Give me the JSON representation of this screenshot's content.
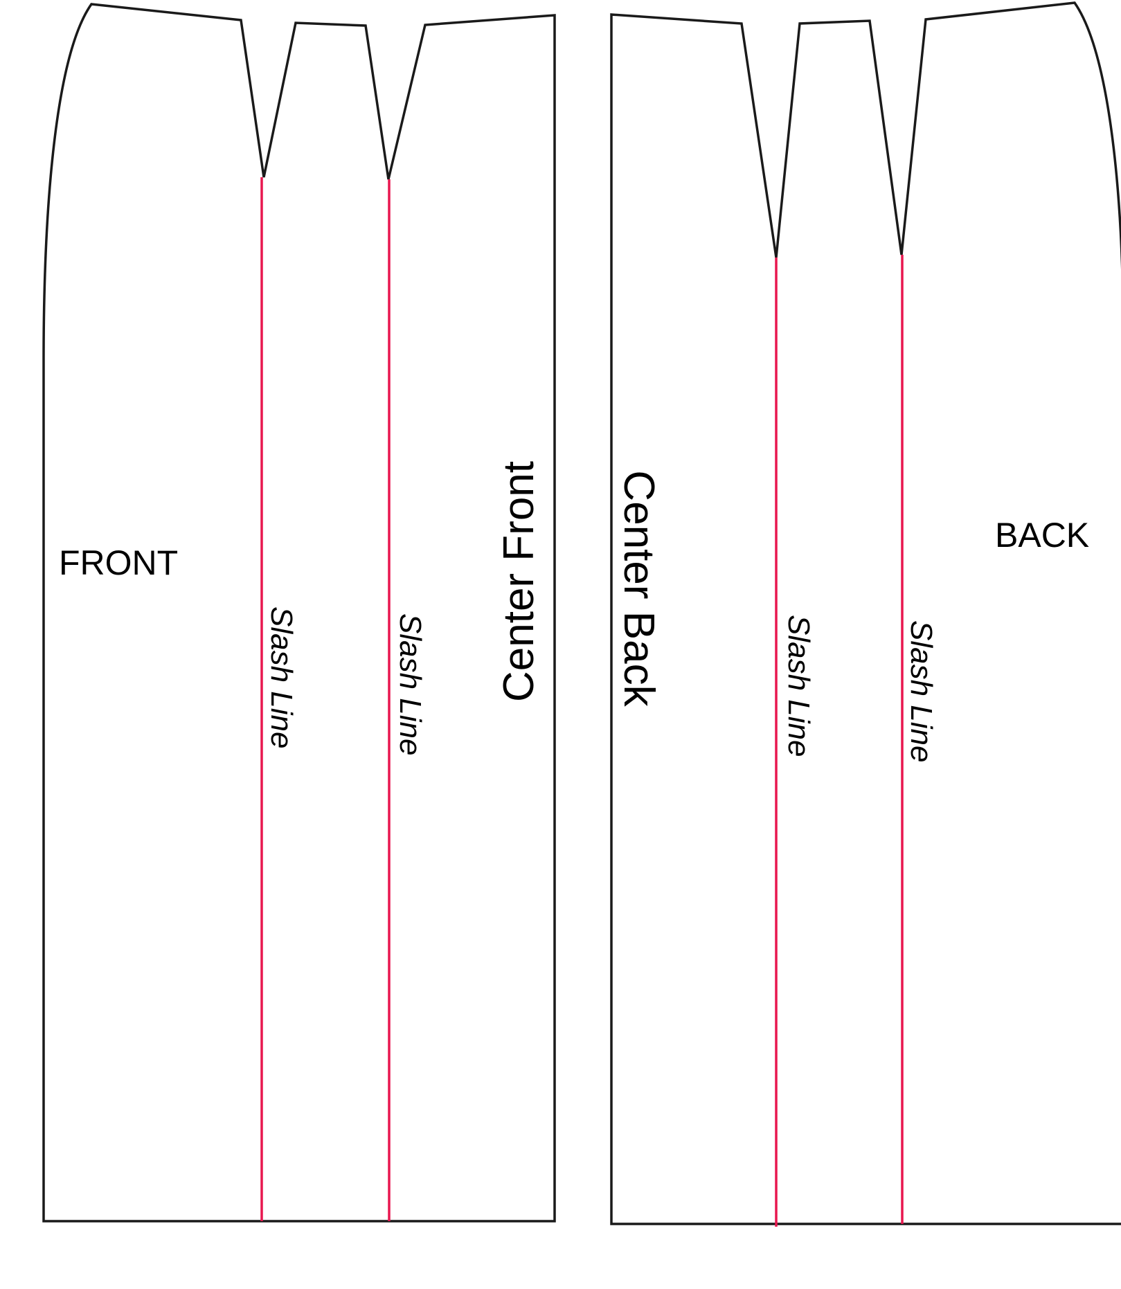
{
  "colors": {
    "outline": "#1a1a1a",
    "slash_line": "#e8174f",
    "text": "#000000",
    "background": "#ffffff"
  },
  "front_piece": {
    "label": "FRONT",
    "center_label": "Center Front",
    "slash_labels": [
      "Slash Line",
      "Slash Line"
    ]
  },
  "back_piece": {
    "label": "BACK",
    "center_label": "Center Back",
    "slash_labels": [
      "Slash Line",
      "Slash Line"
    ]
  }
}
